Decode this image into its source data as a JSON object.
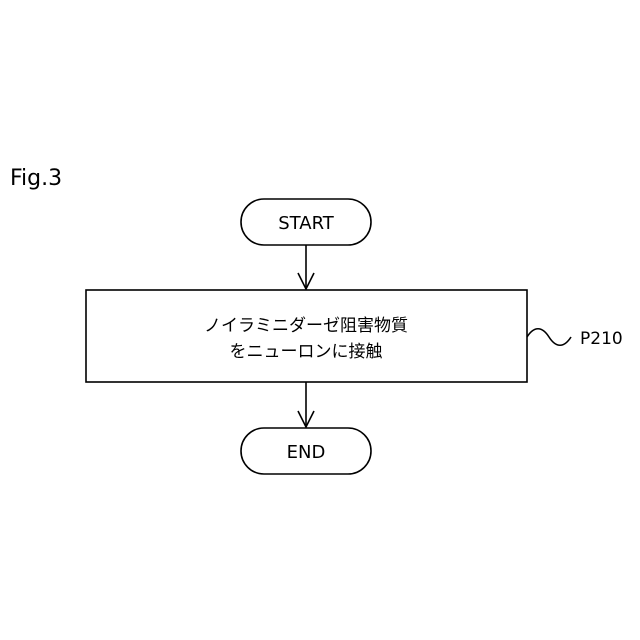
{
  "figure": {
    "label": "Fig.3"
  },
  "flowchart": {
    "start": {
      "text": "START"
    },
    "process": {
      "line1": "ノイラミニダーゼ阻害物質",
      "line2": "をニューロンに接触",
      "reference": "P210"
    },
    "end": {
      "text": "END"
    }
  }
}
